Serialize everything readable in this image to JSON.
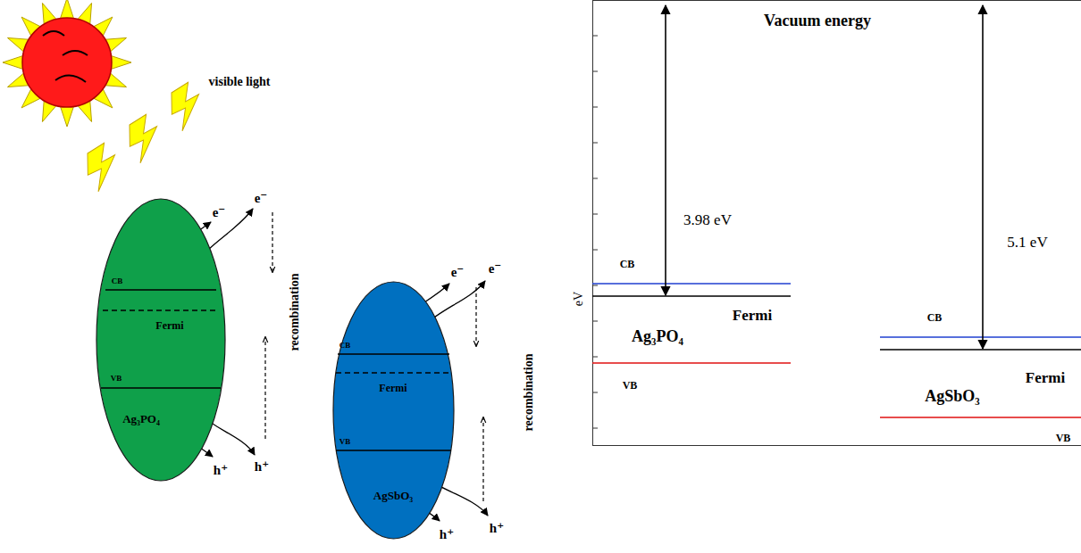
{
  "diagram": {
    "nodes": [
      {
        "text": [
          "CB",
          "Fermi",
          "VB",
          "Ag₃PO₄"
        ]
      },
      {
        "text": [
          "CB",
          "Fermi",
          "VB",
          "AgSbO₃"
        ]
      },
      {
        "text": [
          "Vacuum energy",
          "3.98 eV",
          "5.1 eV",
          "CB",
          "Fermi",
          "Ag₃PO₄",
          "VB",
          "CB",
          "Fermi",
          "AgSbO₃",
          "VB"
        ]
      }
    ],
    "labels": [
      "visible light",
      "e⁻",
      "e⁻",
      "e⁻",
      "e⁻",
      "h⁺",
      "h⁺",
      "h⁺",
      "h⁺",
      "recombination",
      "recombination",
      "eV"
    ]
  }
}
